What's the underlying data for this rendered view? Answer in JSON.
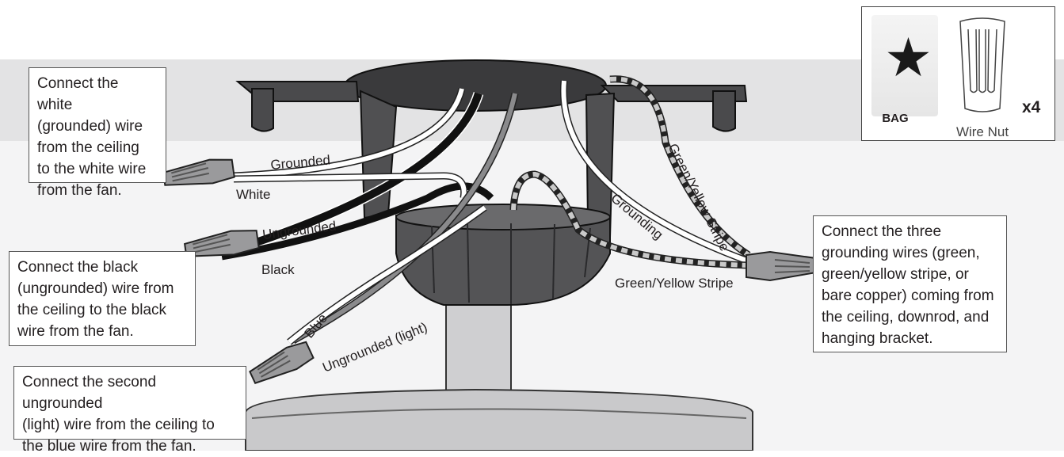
{
  "callouts": {
    "white": "Connect the white\n(grounded) wire\nfrom the ceiling\nto the white wire\nfrom the fan.",
    "black": "Connect the black\n(ungrounded) wire from\nthe ceiling to the black\nwire from the fan.",
    "blue": "Connect the second ungrounded\n(light) wire from the ceiling to\nthe blue wire from the fan.",
    "ground": "Connect the three\ngrounding wires (green,\ngreen/yellow stripe, or\nbare copper) coming from\nthe ceiling, downrod, and\nhanging bracket."
  },
  "wire_labels": {
    "grounded": "Grounded",
    "white": "White",
    "ungrounded": "Ungrounded",
    "black": "Black",
    "blue": "Blue",
    "ungrounded_light": "Ungrounded (light)",
    "grounding": "Grounding",
    "green_yellow_stripe_top": "Green/Yellow Stripe",
    "green_yellow_stripe_bottom": "Green/Yellow Stripe"
  },
  "parts": {
    "bag_label": "BAG",
    "wire_nut_label": "Wire Nut",
    "quantity": "x4",
    "bag_icon": "star-icon",
    "wire_nut_icon": "wire-nut-icon"
  },
  "colors": {
    "ceiling_band": "#e3e3e4",
    "wall": "#f4f4f5",
    "canopy": "#3a3a3c",
    "wire_black": "#111111",
    "wire_white": "#ffffff",
    "wire_gray": "#8a8a8c",
    "stripe": "#c9c9c9"
  }
}
